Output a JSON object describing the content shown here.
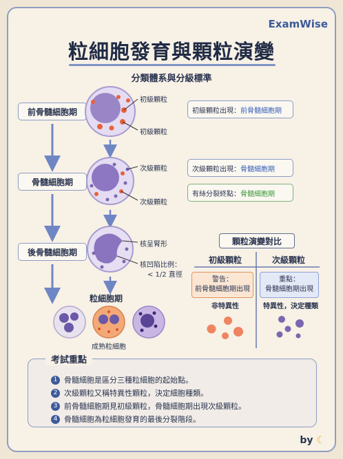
{
  "brand": "ExamWise",
  "title": "粒細胞發育與顆粒演變",
  "subtitle": "分類體系與分級標準",
  "stages": [
    {
      "label": "前骨髓細胞期"
    },
    {
      "label": "骨髓細胞期"
    },
    {
      "label": "後骨髓細胞期"
    }
  ],
  "labels": {
    "primary_1": "初級顆粒",
    "primary_2": "初級顆粒",
    "secondary_1": "次級顆粒",
    "secondary_2": "次級顆粒",
    "kidney": "核呈腎形",
    "indent": "核凹陷比例：",
    "indent_ratio": "< 1/2 直徑",
    "band_stage": "粒細胞期",
    "mature": "成熟粒細胞"
  },
  "info": [
    {
      "prefix": "初級顆粒出現：",
      "highlight": "前骨髓細胞期"
    },
    {
      "prefix": "次級顆粒出現：",
      "highlight": "骨髓細胞期"
    },
    {
      "prefix": "有絲分裂終點：",
      "highlight": "骨髓細胞期"
    }
  ],
  "comparison": {
    "title": "顆粒演變對比",
    "primary": {
      "header": "初級顆粒",
      "warn_title": "警告：",
      "warn_text": "前骨髓細胞期出現",
      "feature": "非特異性"
    },
    "secondary": {
      "header": "次級顆粒",
      "warn_title": "重點：",
      "warn_text": "骨髓細胞期出現",
      "feature": "特異性，決定種類"
    }
  },
  "exam": {
    "title": "考試重點",
    "items": [
      {
        "num": "1",
        "text": "骨髓細胞是區分三種粒細胞的起始點。"
      },
      {
        "num": "2",
        "text": "次級顆粒又稱特異性顆粒，決定細胞種類。"
      },
      {
        "num": "3",
        "text": "前骨髓細胞期見初級顆粒，骨髓細胞期出現次級顆粒。"
      },
      {
        "num": "4",
        "text": "骨髓細胞為粒細胞發育的最後分裂階段。"
      }
    ]
  },
  "signature": "by",
  "colors": {
    "accent": "#3d5a9a",
    "blue_text": "#3b62b8",
    "green_text": "#3f9a3f",
    "orange": "#e0935a",
    "purple": "#7a67b0"
  }
}
